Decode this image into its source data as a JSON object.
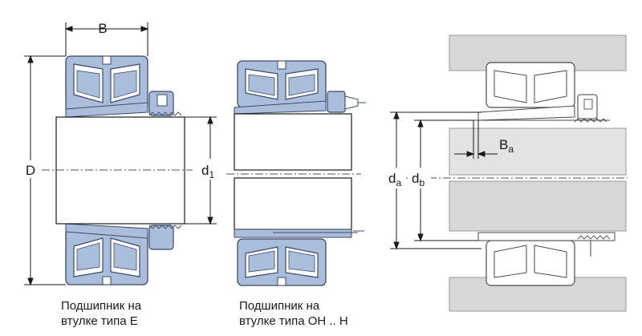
{
  "diagrams": {
    "left": {
      "label_B": "B",
      "label_D": "D",
      "label_d": "d",
      "label_d_sub": "1",
      "caption_line1": "Подшипник на",
      "caption_line2": "втулке типа E"
    },
    "middle": {
      "caption_line1": "Подшипник на",
      "caption_line2": "втулке типа OH .. H"
    },
    "right": {
      "label_da": "d",
      "label_da_sub": "a",
      "label_db": "d",
      "label_db_sub": "b",
      "label_Ba": "B",
      "label_Ba_sub": "a"
    }
  },
  "colors": {
    "bearing_fill": "#aabedc",
    "bearing_stroke": "#3a4a66",
    "sleeve_fill": "#ffffff",
    "housing_fill": "#d7d7d7",
    "shaft_fill": "#e3e3e3",
    "line": "#1a1a1a"
  }
}
